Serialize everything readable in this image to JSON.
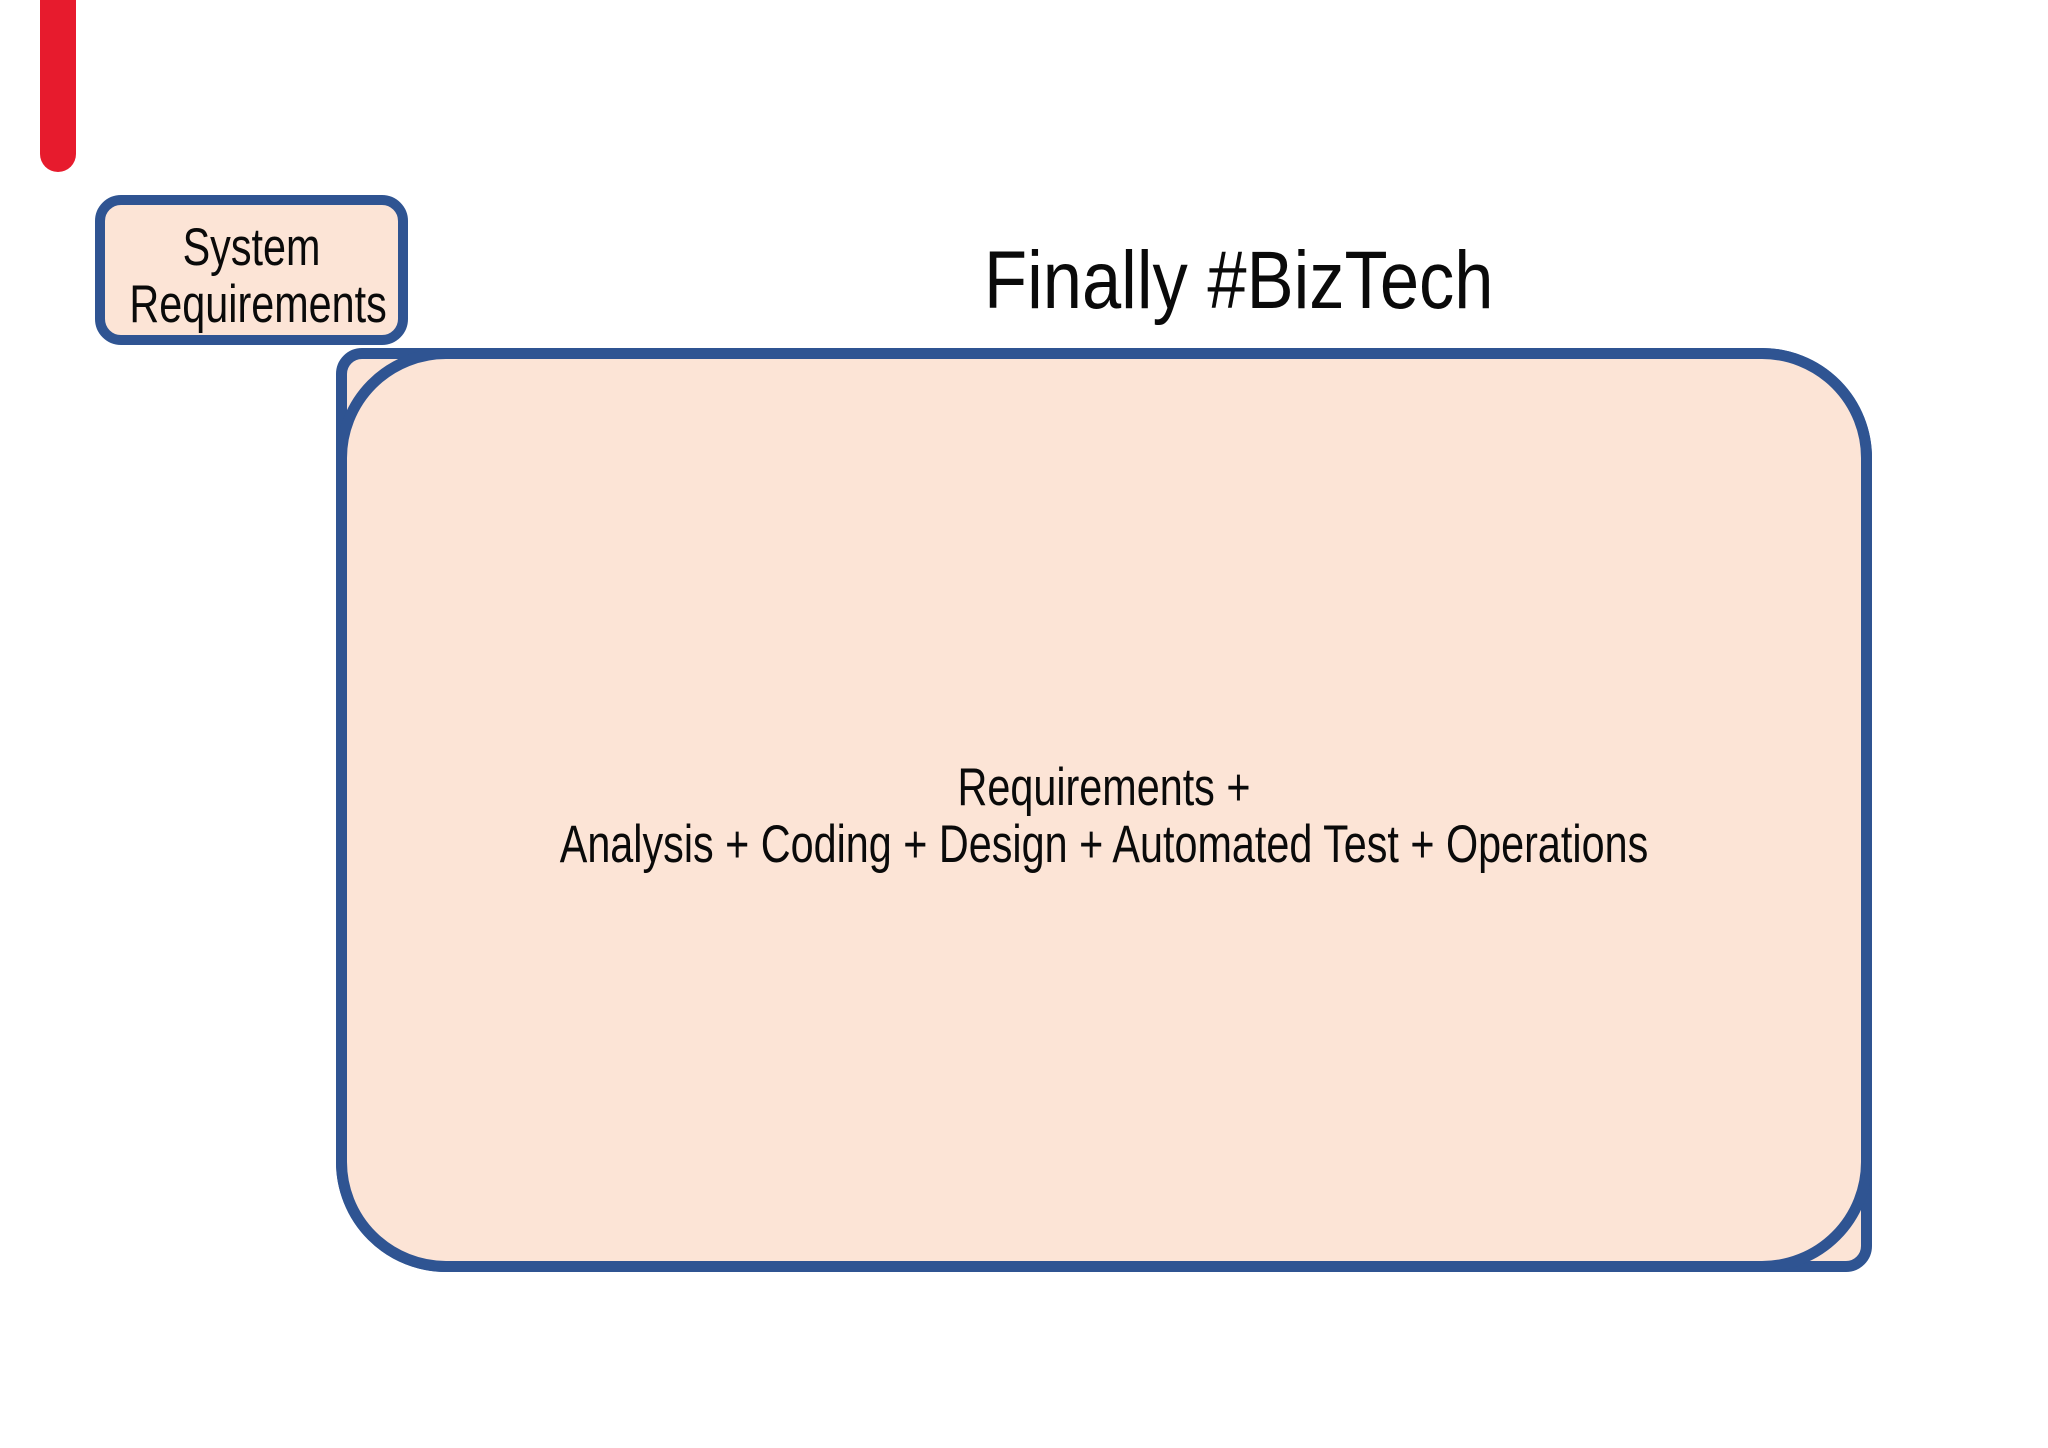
{
  "slide": {
    "title": "Finally #BizTech",
    "background": "#ffffff",
    "colors": {
      "border_blue": "#2f5492",
      "fill_peach": "#fce4d6",
      "accent_red": "#e71b2d",
      "text_black": "#0a0a0a"
    }
  },
  "system_box": {
    "lines": [
      "System",
      "Requirements"
    ]
  },
  "main_box": {
    "lines": [
      "Requirements +",
      "Analysis + Coding + Design + Automated Test + Operations"
    ]
  }
}
